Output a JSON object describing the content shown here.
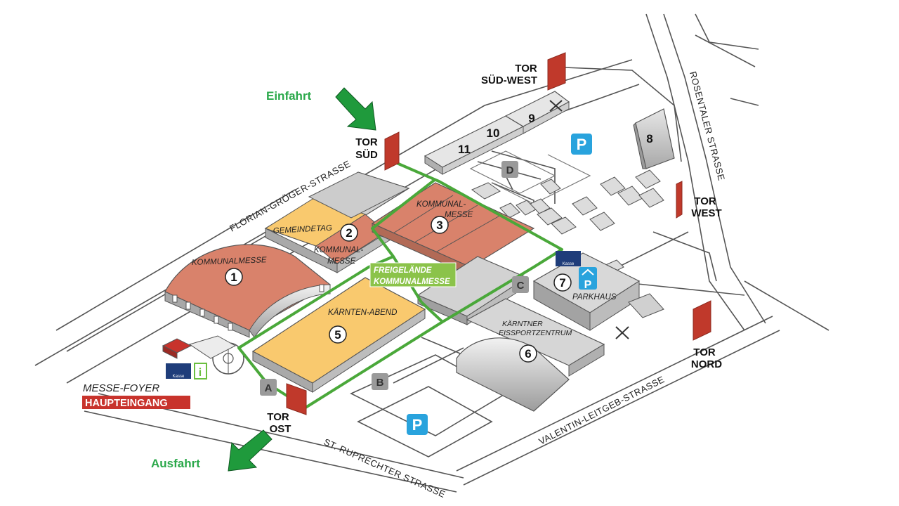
{
  "streets": {
    "florian": "FLORIAN-GRÖGER-STRASSE",
    "rosentaler": "ROSENTALER STRASSE",
    "valentin": "VALENTIN-LEITGEB-STRASSE",
    "ruprechter": "ST. RUPRECHTER STRASSE"
  },
  "gates": {
    "sued_west_1": "TOR",
    "sued_west_2": "SÜD-WEST",
    "sued_1": "TOR",
    "sued_2": "SÜD",
    "west_1": "TOR",
    "west_2": "WEST",
    "nord_1": "TOR",
    "nord_2": "NORD",
    "ost_1": "TOR",
    "ost_2": "OST"
  },
  "directions": {
    "entry": "Einfahrt",
    "exit": "Ausfahrt"
  },
  "halls": {
    "h1_name": "KOMMUNALMESSE",
    "h1_num": "1",
    "h2_tag": "GEMEINDETAG",
    "h2_num": "2",
    "h2_name_1": "KOMMUNAL-",
    "h2_name_2": "MESSE",
    "h3_name_1": "KOMMUNAL-",
    "h3_name_2": "MESSE",
    "h3_num": "3",
    "h5_name": "KÄRNTEN-ABEND",
    "h5_num": "5",
    "h6_name_1": "KÄRNTNER",
    "h6_name_2": "EISSPORTZENTRUM",
    "h6_num": "6",
    "h7_name": "PARKHAUS",
    "h7_num": "7",
    "h8_num": "8",
    "h9_num": "9",
    "h10_num": "10",
    "h11_num": "11"
  },
  "freigelaende": {
    "line1": "FREIGELÄNDE",
    "line2": "KOMMUNALMESSE"
  },
  "zones": {
    "a": "A",
    "b": "B",
    "c": "C",
    "d": "D"
  },
  "parking": {
    "label": "P"
  },
  "foyer": {
    "name": "MESSE-FOYER",
    "entrance": "HAUPTEINGANG",
    "info": "i",
    "kasse": "Kasse"
  },
  "colors": {
    "hall_red": "#d9826b",
    "hall_yellow": "#f9c96e",
    "gate_red": "#c0392b",
    "route_green": "#4aa83a",
    "arrow_green": "#1f9a3c",
    "parking_blue": "#29a3dd",
    "zone_gray": "#9a9a9a",
    "entrance_red": "#c8332c"
  }
}
